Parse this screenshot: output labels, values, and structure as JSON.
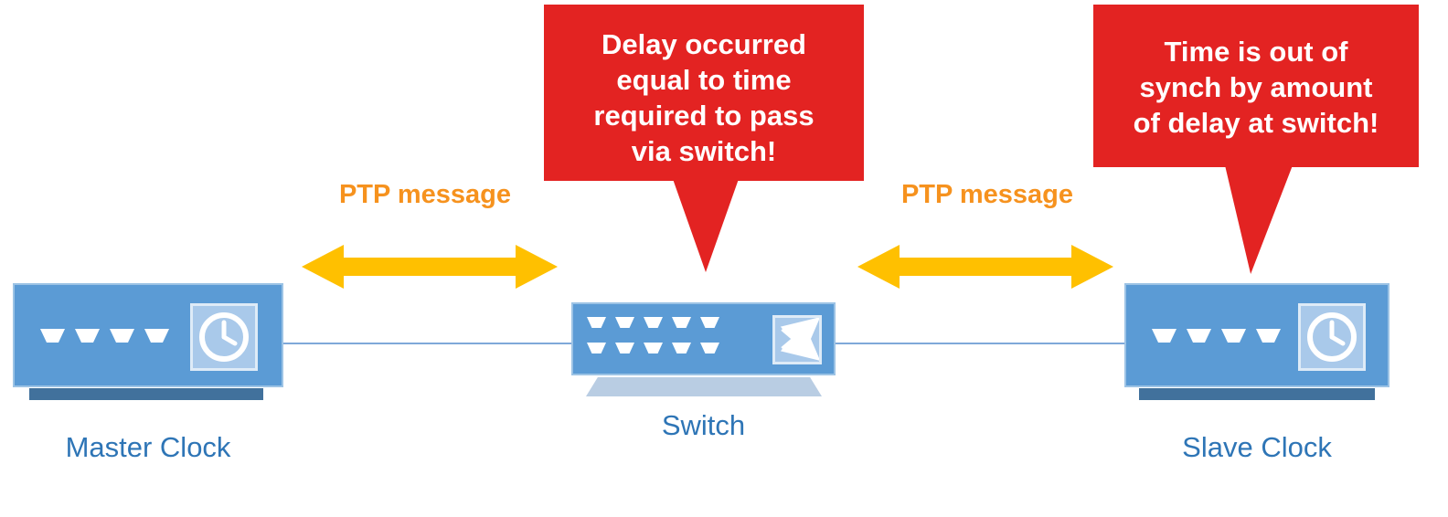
{
  "devices": {
    "master": {
      "label": "Master Clock"
    },
    "switch": {
      "label": "Switch"
    },
    "slave": {
      "label": "Slave Clock"
    }
  },
  "links": {
    "left_label": "PTP message",
    "right_label": "PTP message"
  },
  "callouts": {
    "switch_delay": [
      "Delay occurred",
      "equal to time",
      "required to pass",
      "via switch!"
    ],
    "slave_sync": [
      "Time is out of",
      "synch by amount",
      "of delay at switch!"
    ]
  },
  "icons": {
    "clock": "clock-icon",
    "crossover": "crossover-arrows-icon",
    "port": "ethernet-port-icon",
    "double_arrow": "double-headed-arrow-icon"
  },
  "colors": {
    "device_blue": "#5B9BD5",
    "device_border": "#9CC3E5",
    "device_shadow": "#41719C",
    "icon_panel_blue": "#A9C9EA",
    "label_blue": "#2E75B6",
    "callout_red": "#E32322",
    "ptp_orange": "#F6921E",
    "arrow_yellow": "#FFC000",
    "line_blue": "#7FA8D9",
    "stand_blue": "#B9CDE3"
  }
}
